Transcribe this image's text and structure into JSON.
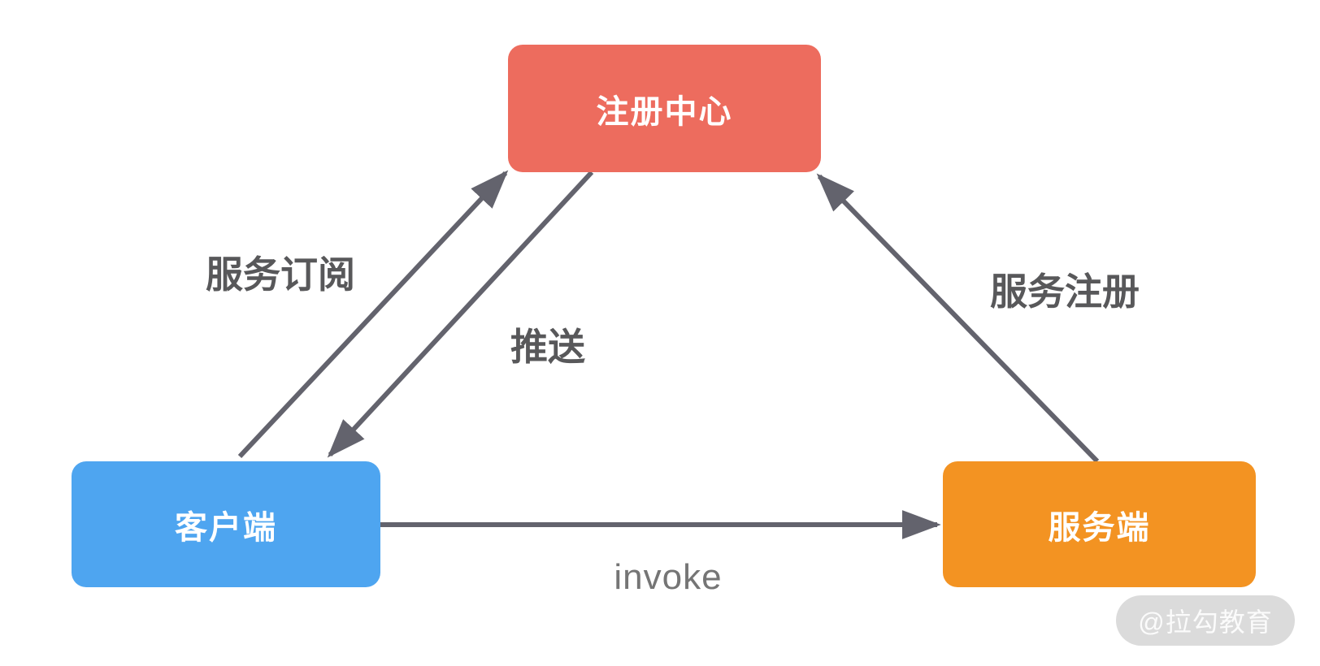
{
  "diagram": {
    "title": "service registry pattern diagram",
    "nodes": {
      "registry": {
        "label": "注册中心",
        "color": "#ED6C5E"
      },
      "client": {
        "label": "客户端",
        "color": "#4EA5F0"
      },
      "server": {
        "label": "服务端",
        "color": "#F39322"
      }
    },
    "edges": {
      "subscribe": {
        "label": "服务订阅",
        "from": "client",
        "to": "registry"
      },
      "push": {
        "label": "推送",
        "from": "registry",
        "to": "client"
      },
      "register": {
        "label": "服务注册",
        "from": "server",
        "to": "registry"
      },
      "invoke": {
        "label": "invoke",
        "from": "client",
        "to": "server"
      }
    },
    "arrow_color": "#63636D",
    "label_color": "#58585A"
  },
  "watermark": {
    "text": "@拉勾教育",
    "bg": "#DBDBDB",
    "text_color": "#FBFBFB"
  }
}
